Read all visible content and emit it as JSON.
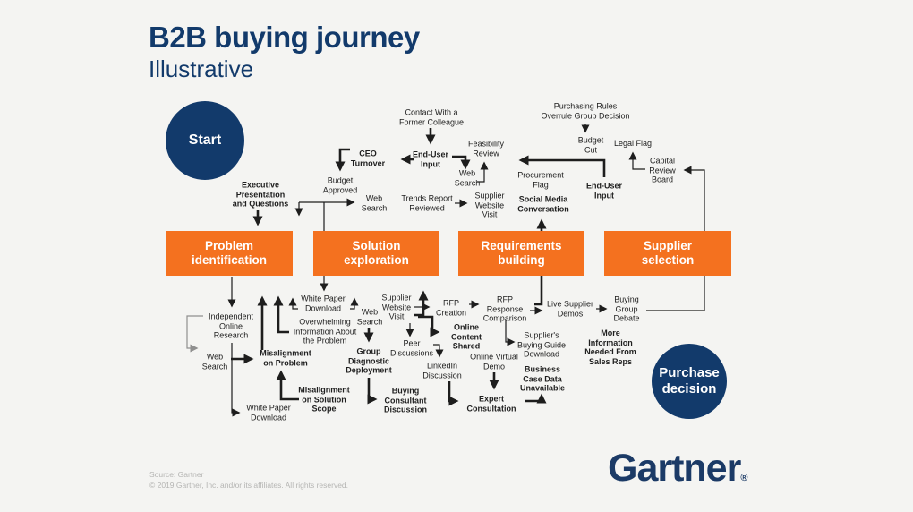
{
  "header": {
    "title": "B2B buying journey",
    "subtitle": "Illustrative"
  },
  "stages": [
    {
      "label": "Problem\nidentification"
    },
    {
      "label": "Solution\nexploration"
    },
    {
      "label": "Requirements\nbuilding"
    },
    {
      "label": "Supplier\nselection"
    }
  ],
  "terminals": {
    "start": "Start",
    "purchase_decision": "Purchase\ndecision"
  },
  "nodes": {
    "executive_presentation": "Executive\nPresentation\nand Questions",
    "contact_former_colleague": "Contact With a\nFormer Colleague",
    "end_user_input_top": "End-User\nInput",
    "ceo_turnover": "CEO\nTurnover",
    "budget_approved": "Budget\nApproved",
    "web_search_budget": "Web\nSearch",
    "feasibility_review": "Feasibility\nReview",
    "web_search_feasibility": "Web\nSearch",
    "trends_report_reviewed": "Trends Report\nReviewed",
    "supplier_website_visit_top": "Supplier\nWebsite\nVisit",
    "purchasing_rules": "Purchasing Rules\nOverrule Group Decision",
    "budget_cut": "Budget\nCut",
    "legal_flag": "Legal Flag",
    "capital_review_board": "Capital\nReview\nBoard",
    "procurement_flag": "Procurement\nFlag",
    "end_user_input_right": "End-User\nInput",
    "social_media_conversation": "Social Media\nConversation",
    "white_paper_download_top": "White Paper\nDownload",
    "overwhelming_information": "Overwhelming\nInformation About\nthe Problem",
    "independent_online_research": "Independent\nOnline\nResearch",
    "web_search_left": "Web\nSearch",
    "misalignment_on_problem": "Misalignment\non Problem",
    "misalignment_on_solution_scope": "Misalignment\non Solution\nScope",
    "white_paper_download_bottom": "White Paper\nDownload",
    "web_search_mid": "Web\nSearch",
    "group_diagnostic_deployment": "Group\nDiagnostic\nDeployment",
    "supplier_website_visit_bottom": "Supplier\nWebsite\nVisit",
    "peer_discussions": "Peer\nDiscussions",
    "linkedin_discussion": "LinkedIn\nDiscussion",
    "buying_consultant_discussion": "Buying\nConsultant\nDiscussion",
    "rfp_creation": "RFP\nCreation",
    "online_content_shared": "Online\nContent\nShared",
    "rfp_response_comparison": "RFP\nResponse\nComparison",
    "suppliers_buying_guide_download": "Supplier's\nBuying Guide\nDownload",
    "online_virtual_demo": "Online Virtual\nDemo",
    "expert_consultation": "Expert\nConsultation",
    "business_case_data_unavailable": "Business\nCase Data\nUnavailable",
    "live_supplier_demos": "Live Supplier\nDemos",
    "buying_group_debate": "Buying\nGroup\nDebate",
    "more_information_needed": "More\nInformation\nNeeded From\nSales Reps"
  },
  "brand": {
    "name": "Gartner",
    "registered": "®"
  },
  "footer": {
    "source": "Source: Gartner",
    "copyright": "© 2019 Gartner, Inc. and/or its affiliates. All rights reserved."
  },
  "colors": {
    "navy": "#123a6b",
    "orange": "#f4711f",
    "background": "#f4f4f2",
    "arrow": "#1d1d1d",
    "muted_arrow": "#8f8f8f",
    "footer_text": "#b5b5b3"
  }
}
